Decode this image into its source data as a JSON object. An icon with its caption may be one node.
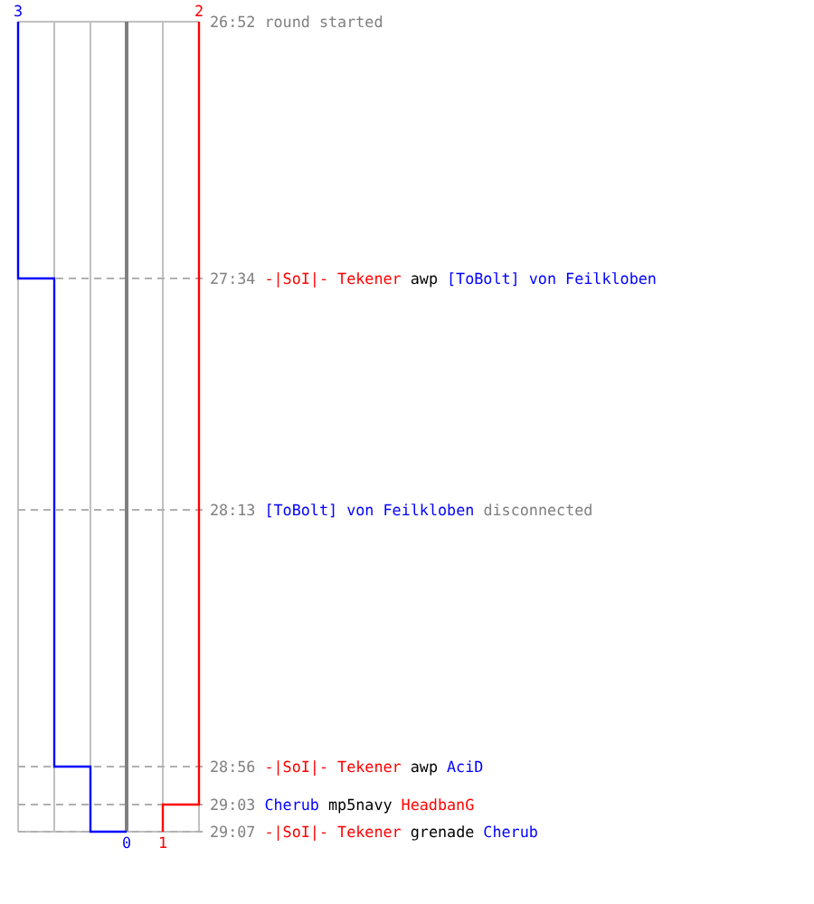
{
  "diagram": {
    "labels": [
      "3",
      "2",
      "26:52",
      "round started",
      "27:34",
      "-|SoI|- Tekener",
      "awp",
      "[ToBolt] von Feilkloben",
      "28:13",
      "[ToBolt] von Feilkloben",
      "disconnected",
      "28:56",
      "-|SoI|- Tekener",
      "awp",
      "AciD",
      "29:03",
      "Cherub",
      "mp5navy",
      "HeadbanG",
      "29:07",
      "-|SoI|- Tekener",
      "grenade",
      "Cherub",
      "0",
      "1"
    ]
  }
}
